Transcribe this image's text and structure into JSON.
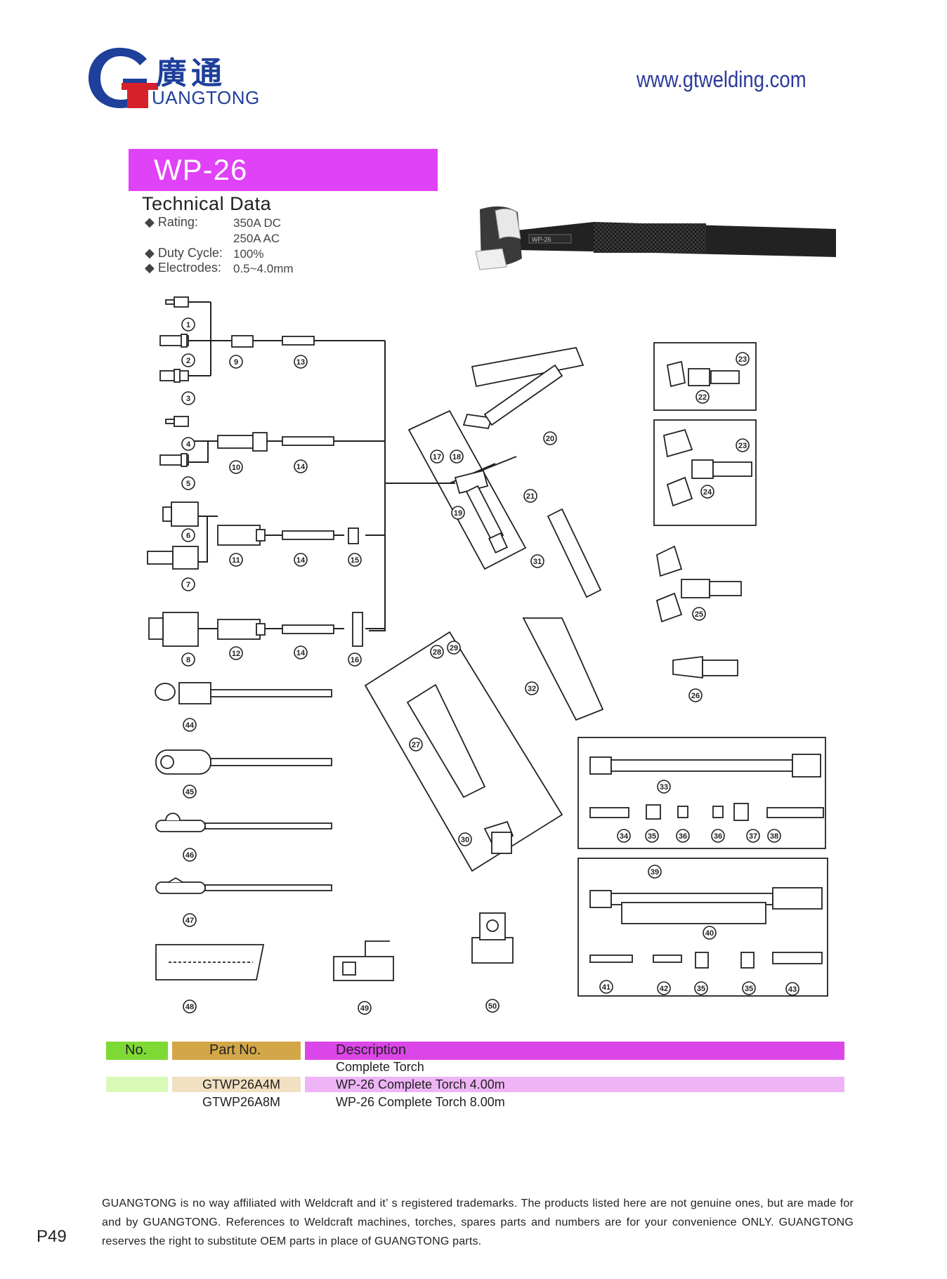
{
  "header": {
    "logo_letter": "G",
    "logo_chinese": "廣通",
    "logo_english": "UANGTONG",
    "website": "www.gtwelding.com",
    "brand_colors": {
      "blue": "#1e3f9a",
      "red": "#d4212a"
    }
  },
  "model": {
    "name": "WP-26",
    "banner_color": "#e042f7"
  },
  "technical_data": {
    "title": "Technical Data",
    "specs": [
      {
        "label": "Rating:",
        "values": [
          "350A  DC",
          "250A  AC"
        ]
      },
      {
        "label": "Duty Cycle:",
        "values": [
          "100%"
        ]
      },
      {
        "label": "Electrodes:",
        "values": [
          "0.5~4.0mm"
        ]
      }
    ]
  },
  "product_image": {
    "handle_marking": "WP-26"
  },
  "diagram_labels": [
    "1",
    "2",
    "3",
    "4",
    "5",
    "6",
    "7",
    "8",
    "9",
    "10",
    "11",
    "12",
    "13",
    "14",
    "14",
    "14",
    "15",
    "16",
    "17",
    "18",
    "19",
    "20",
    "21",
    "22",
    "23",
    "24",
    "23",
    "25",
    "26",
    "27",
    "28",
    "29",
    "30",
    "31",
    "32",
    "33",
    "34",
    "35",
    "36",
    "36",
    "37",
    "38",
    "39",
    "40",
    "41",
    "42",
    "35",
    "35",
    "43",
    "44",
    "45",
    "46",
    "47",
    "48",
    "49",
    "50"
  ],
  "table": {
    "headers": {
      "no": "No.",
      "part_no": "Part No.",
      "description": "Description"
    },
    "header_colors": {
      "no": "#7fd934",
      "part_no": "#d3a748",
      "description": "#db46e8"
    },
    "row_colors": {
      "no": "#d8fab6",
      "part_no": "#f2e0c2",
      "description": "#eeb4f5"
    },
    "rows": [
      {
        "no": "",
        "part_no": "",
        "description": "Complete Torch"
      },
      {
        "no": "",
        "part_no": "GTWP26A4M",
        "description": "WP-26 Complete Torch 4.00m"
      },
      {
        "no": "",
        "part_no": "GTWP26A8M",
        "description": "WP-26 Complete Torch 8.00m"
      }
    ]
  },
  "footer": {
    "disclaimer": "GUANGTONG is no way affiliated with Weldcraft and it’ s registered trademarks. The products listed here are not genuine ones, but are made for and by GUANGTONG. References to Weldcraft machines, torches, spares parts and numbers are for your convenience ONLY. GUANGTONG reserves the right to substitute OEM parts in place of GUANGTONG parts.",
    "page_number": "P49"
  }
}
